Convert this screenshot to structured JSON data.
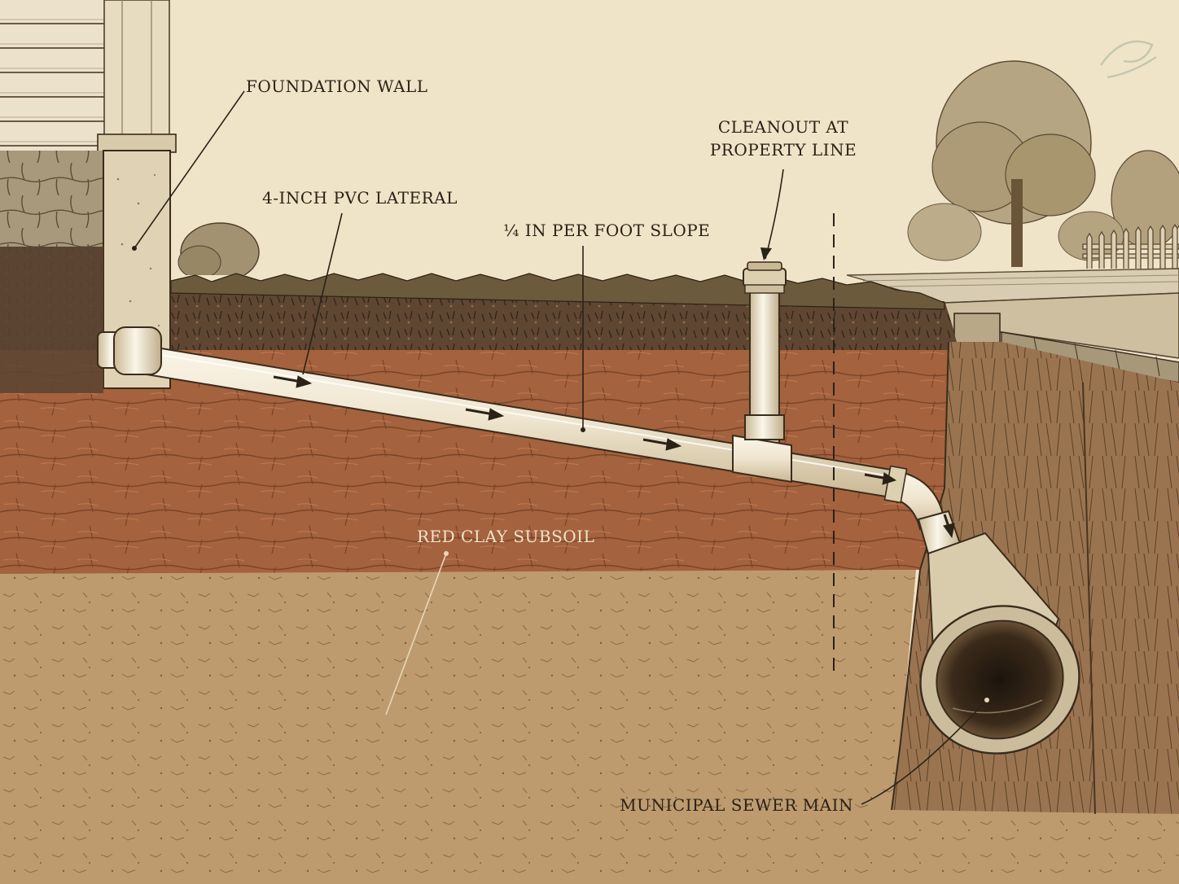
{
  "labels": {
    "foundation_wall": "FOUNDATION WALL",
    "pvc_lateral": "4-INCH PVC LATERAL",
    "slope": "¼ IN PER FOOT SLOPE",
    "cleanout_line1": "CLEANOUT AT",
    "cleanout_line2": "PROPERTY LINE",
    "subsoil": "RED CLAY SUBSOIL",
    "sewer_main": "MUNICIPAL SEWER MAIN"
  },
  "colors": {
    "paper": "#efe4c8",
    "topsoil": "#5a4230",
    "red_clay": "#a4623e",
    "lower_soil": "#b89468",
    "pipe": "#f2ead8",
    "ink": "#2b2217"
  },
  "icons": {
    "flow_arrow": "flow-arrow-icon",
    "corner_mark": "logo-mark-icon"
  }
}
